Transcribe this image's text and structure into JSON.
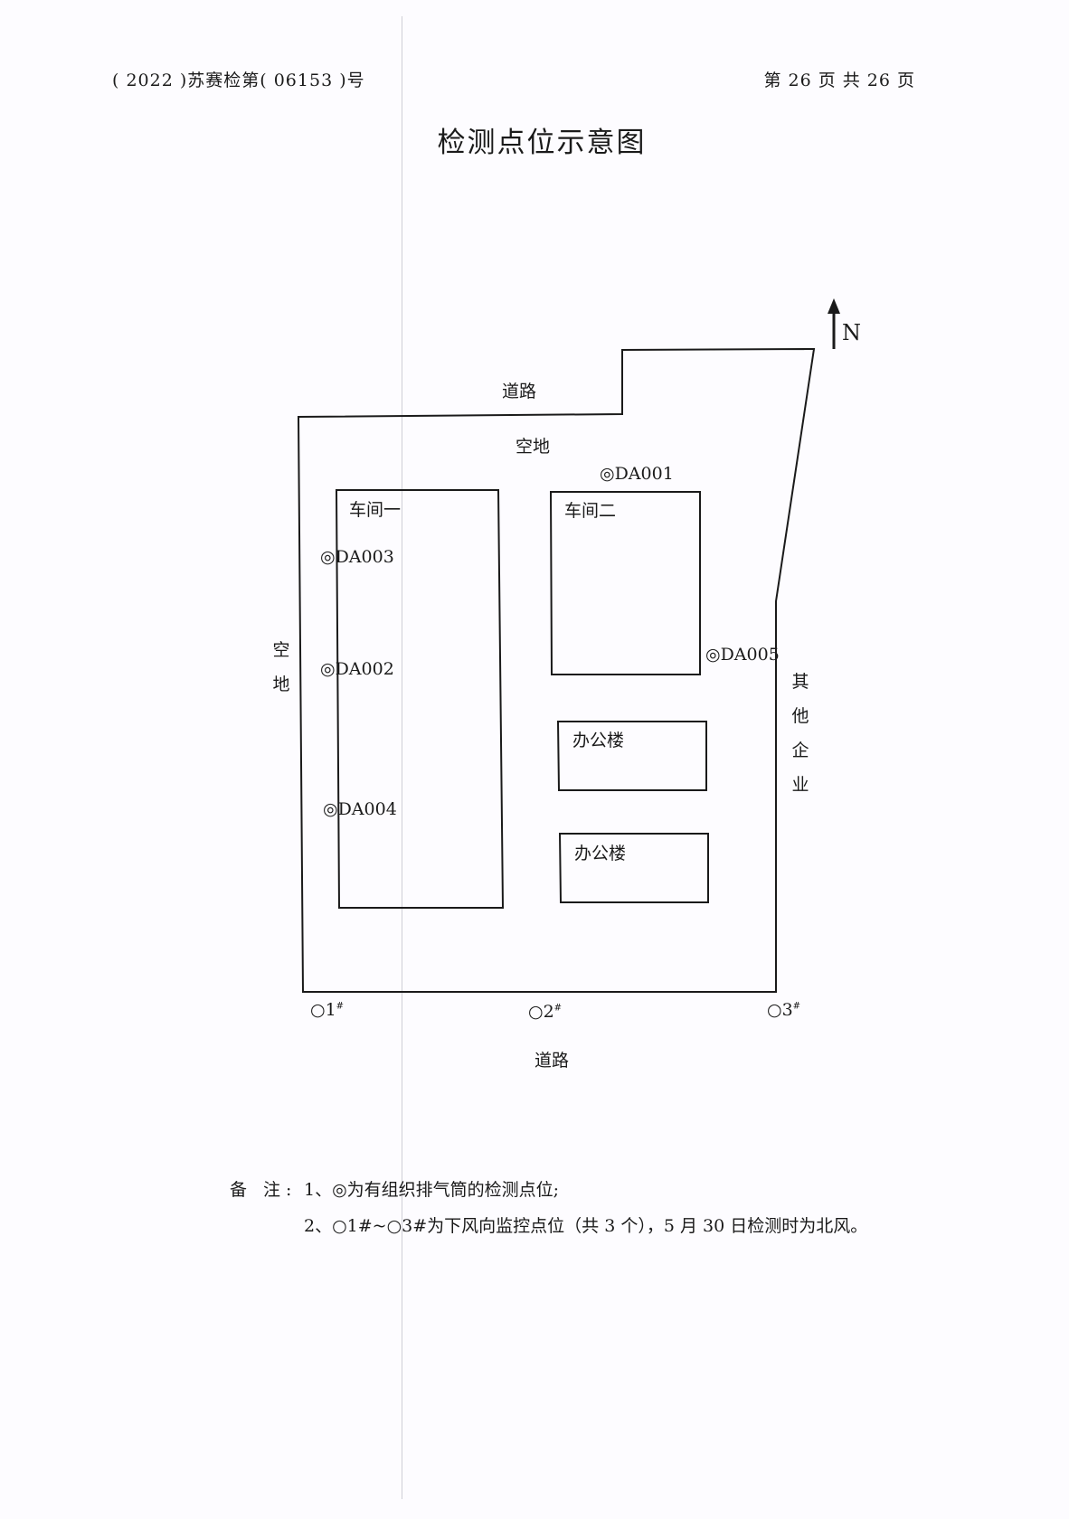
{
  "header": {
    "report_no": "( 2022 )苏赛检第( 06153 )号",
    "page_info": "第 26 页 共 26 页"
  },
  "title": "检测点位示意图",
  "map": {
    "north": "N",
    "road_north": "道路",
    "road_south": "道路",
    "open_land_north": "空地",
    "open_land_west": [
      "空",
      "地"
    ],
    "neighbor_east": [
      "其",
      "他",
      "企",
      "业"
    ],
    "workshop_1": "车间一",
    "workshop_2": "车间二",
    "office_1": "办公楼",
    "office_2": "办公楼",
    "stack_points": [
      "◎DA001",
      "◎DA003",
      "◎DA002",
      "◎DA004",
      "◎DA005"
    ],
    "monitor_points": [
      "○1",
      "○2",
      "○3"
    ],
    "monitor_sup": "#"
  },
  "notes": {
    "label": "备 注:",
    "line1": "1、◎为有组织排气筒的检测点位;",
    "line2": "2、○1#~○3#为下风向监控点位（共 3 个），5 月 30 日检测时为北风。"
  }
}
